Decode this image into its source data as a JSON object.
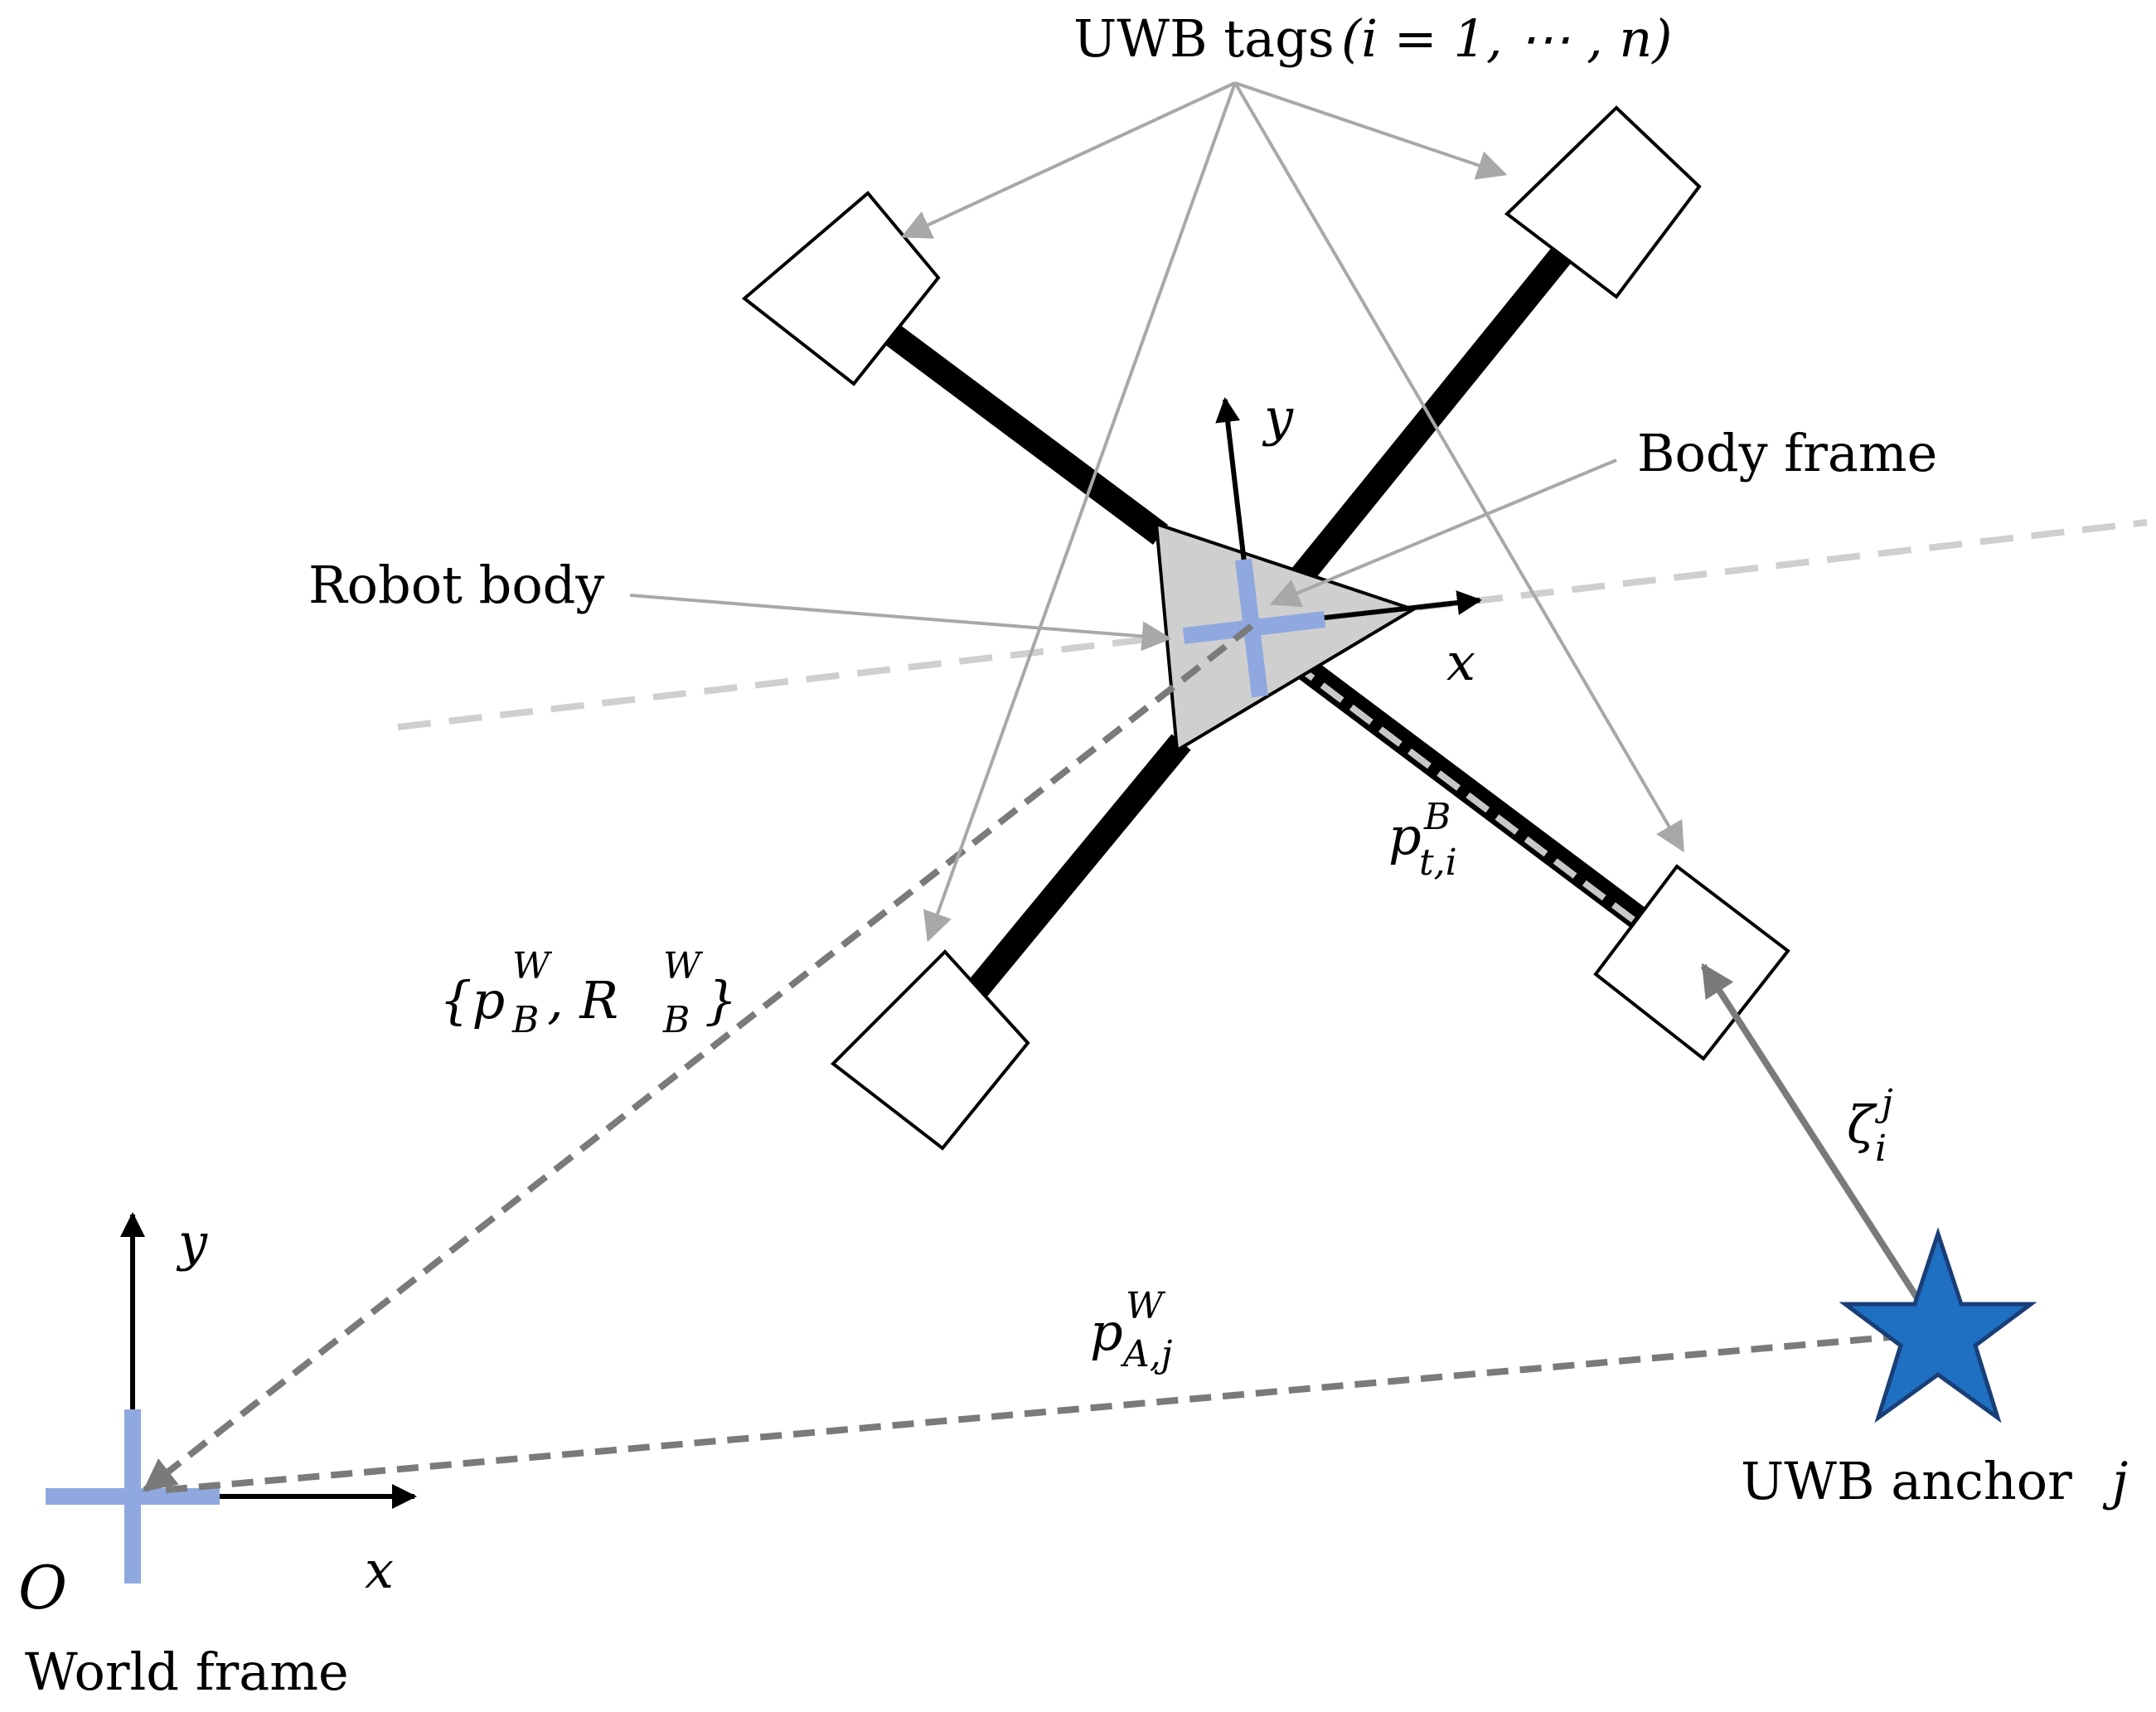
{
  "labels": {
    "uwb_tags": "UWB tags",
    "uwb_tags_range": "(i = 1, ⋯ , n)",
    "body_frame": "Body frame",
    "robot_body": "Robot body",
    "world_frame": "World frame",
    "uwb_anchor": "UWB anchor",
    "anchor_index": "j",
    "origin": "O",
    "world_x": "x",
    "world_y": "y",
    "body_x": "x",
    "body_y": "y"
  },
  "math": {
    "pose_open": "{p",
    "pose_p_sup": "W",
    "pose_p_sub": "B",
    "pose_sep": " ,  R",
    "pose_r_sup": "W",
    "pose_r_sub": "B",
    "pose_close": "}",
    "tag_pos_base": "p",
    "tag_pos_sup": "B",
    "tag_pos_sub": "t,i",
    "range_base": "ζ",
    "range_sup": "j",
    "range_sub": "i",
    "anchor_pos_base": "p",
    "anchor_pos_sup": "W",
    "anchor_pos_sub": "A,j"
  },
  "colors": {
    "frame_cross": "#8fa8e0",
    "anchor_star_fill": "#1f6fc2",
    "anchor_star_stroke": "#1a3f78",
    "robot_body_fill": "#cfcfcf",
    "dashed_vector": "#7a7a7a",
    "leader_line": "#a8a8a8",
    "heading_dash": "#cfcfcf",
    "range_arrow": "#7a7a7a"
  }
}
